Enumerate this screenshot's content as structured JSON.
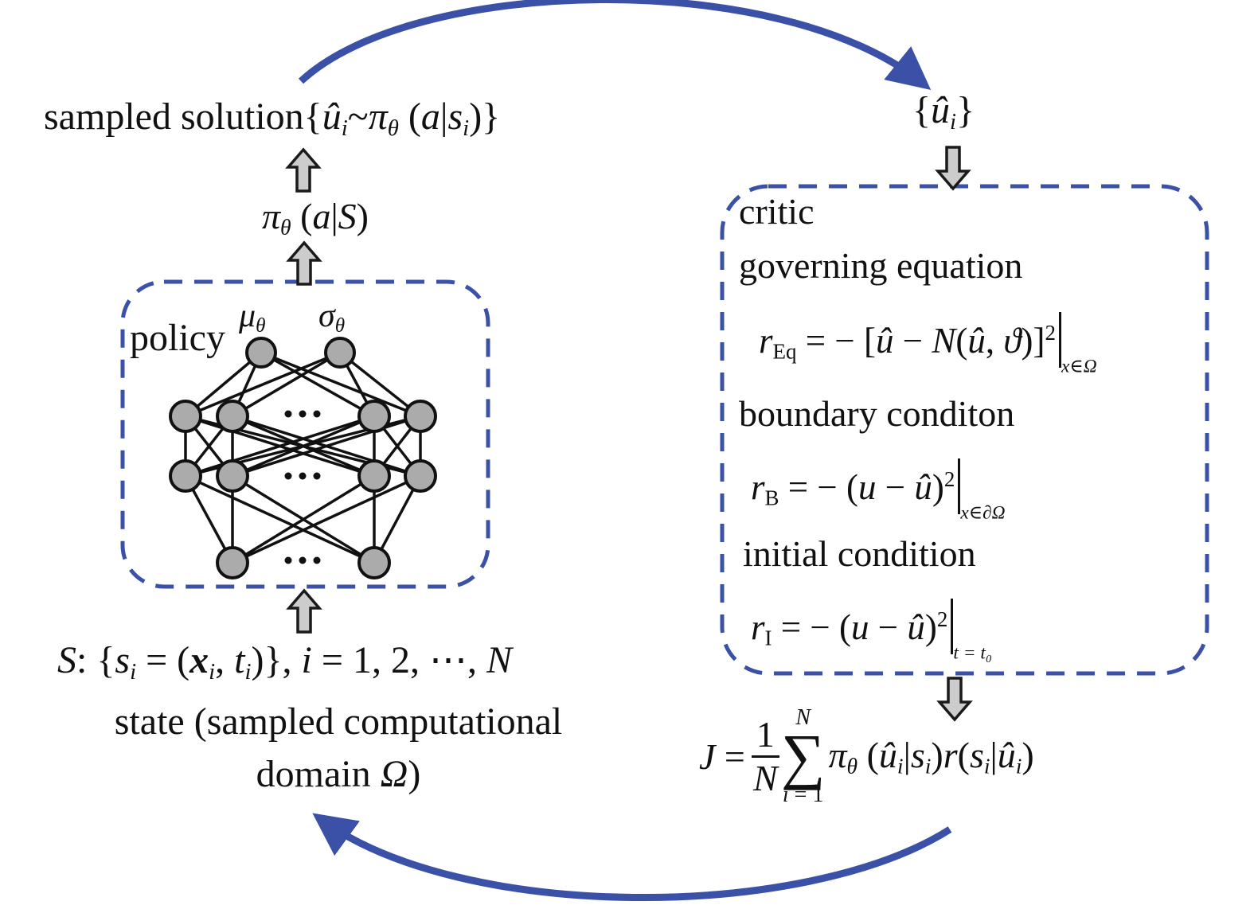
{
  "colors": {
    "accent_blue": "#3A51A7",
    "block_arrow_fill": "#CCCCCC",
    "block_arrow_stroke": "#1A1A1A",
    "node_fill": "#ABABAB",
    "text": "#111111"
  },
  "policy_side": {
    "sampled_solution": [
      {
        "v": "sampled solution",
        "s": "n"
      },
      {
        "v": "{",
        "s": "n"
      },
      {
        "v": "û",
        "s": "i"
      },
      {
        "v": "i",
        "s": "sub"
      },
      {
        "v": "~",
        "s": "n"
      },
      {
        "v": "π",
        "s": "i"
      },
      {
        "v": "θ",
        "s": "sub"
      },
      {
        "v": " (",
        "s": "n"
      },
      {
        "v": "a",
        "s": "i"
      },
      {
        "v": "|",
        "s": "n"
      },
      {
        "v": "s",
        "s": "i"
      },
      {
        "v": "i",
        "s": "sub"
      },
      {
        "v": ")}",
        "s": "n"
      }
    ],
    "pi_dist": [
      {
        "v": "π",
        "s": "i"
      },
      {
        "v": "θ",
        "s": "sub"
      },
      {
        "v": " (",
        "s": "n"
      },
      {
        "v": "a",
        "s": "i"
      },
      {
        "v": "|",
        "s": "n"
      },
      {
        "v": "S",
        "s": "i"
      },
      {
        "v": ")",
        "s": "n"
      }
    ],
    "policy_label": "policy",
    "mu_label": [
      {
        "v": "μ",
        "s": "i"
      },
      {
        "v": "θ",
        "s": "sub"
      }
    ],
    "sigma_label": [
      {
        "v": "σ",
        "s": "i"
      },
      {
        "v": "θ",
        "s": "sub"
      }
    ],
    "state_line1": [
      {
        "v": "S",
        "s": "i"
      },
      {
        "v": ": {",
        "s": "n"
      },
      {
        "v": "s",
        "s": "i"
      },
      {
        "v": "i",
        "s": "sub"
      },
      {
        "v": " = (",
        "s": "n"
      },
      {
        "v": "x",
        "s": "bi"
      },
      {
        "v": "i",
        "s": "sub"
      },
      {
        "v": ", ",
        "s": "n"
      },
      {
        "v": "t",
        "s": "i"
      },
      {
        "v": "i",
        "s": "sub"
      },
      {
        "v": ")}, ",
        "s": "n"
      },
      {
        "v": "i",
        "s": "i"
      },
      {
        "v": " = 1, 2, ⋯, ",
        "s": "n"
      },
      {
        "v": "N",
        "s": "i"
      }
    ],
    "state_line2": "state (sampled computational",
    "state_line3": [
      {
        "v": "domain ",
        "s": "n"
      },
      {
        "v": "Ω",
        "s": "i"
      },
      {
        "v": ")",
        "s": "n"
      }
    ]
  },
  "critic_side": {
    "u_set": [
      {
        "v": "{",
        "s": "n"
      },
      {
        "v": "û",
        "s": "i"
      },
      {
        "v": "i",
        "s": "sub"
      },
      {
        "v": "}",
        "s": "n"
      }
    ],
    "critic_label": "critic",
    "governing_label": "governing equation",
    "r_eq": [
      {
        "v": "r",
        "s": "i"
      },
      {
        "v": "Eq",
        "s": "subn"
      },
      {
        "v": " = − [",
        "s": "n"
      },
      {
        "v": "û",
        "s": "i"
      },
      {
        "v": " − ",
        "s": "n"
      },
      {
        "v": "N",
        "s": "i"
      },
      {
        "v": "(",
        "s": "n"
      },
      {
        "v": "û",
        "s": "i"
      },
      {
        "v": ", ",
        "s": "n"
      },
      {
        "v": "ϑ",
        "s": "i"
      },
      {
        "v": ")]",
        "s": "n"
      },
      {
        "v": "2",
        "s": "sup"
      },
      {
        "v": "",
        "s": "bar"
      },
      {
        "v": "x∈Ω",
        "s": "low"
      }
    ],
    "boundary_label": "boundary conditon",
    "r_b": [
      {
        "v": "r",
        "s": "i"
      },
      {
        "v": "B",
        "s": "subn"
      },
      {
        "v": " = − (",
        "s": "n"
      },
      {
        "v": "u",
        "s": "i"
      },
      {
        "v": " − ",
        "s": "n"
      },
      {
        "v": "û",
        "s": "i"
      },
      {
        "v": ")",
        "s": "n"
      },
      {
        "v": "2",
        "s": "sup"
      },
      {
        "v": "",
        "s": "bar"
      },
      {
        "v": "x∈∂Ω",
        "s": "low"
      }
    ],
    "initial_label": "initial condition",
    "r_i": [
      {
        "v": "r",
        "s": "i"
      },
      {
        "v": "I",
        "s": "subn"
      },
      {
        "v": " = − (",
        "s": "n"
      },
      {
        "v": "u",
        "s": "i"
      },
      {
        "v": " − ",
        "s": "n"
      },
      {
        "v": "û",
        "s": "i"
      },
      {
        "v": ")",
        "s": "n"
      },
      {
        "v": "2",
        "s": "sup"
      },
      {
        "v": "",
        "s": "bar"
      },
      {
        "v": "t = t₀",
        "s": "low"
      }
    ],
    "objective": {
      "lhs": [
        {
          "v": "J",
          "s": "i"
        },
        {
          "v": " = ",
          "s": "n"
        }
      ],
      "frac_num": "1",
      "frac_den": "N",
      "sum_top": [
        {
          "v": "N",
          "s": "i"
        }
      ],
      "sum_symbol": "∑",
      "sum_bottom": [
        {
          "v": "i",
          "s": "i"
        },
        {
          "v": " = 1",
          "s": "n"
        }
      ],
      "rhs": [
        {
          "v": "π",
          "s": "i"
        },
        {
          "v": "θ",
          "s": "sub"
        },
        {
          "v": " (",
          "s": "n"
        },
        {
          "v": "û",
          "s": "i"
        },
        {
          "v": "i",
          "s": "sub"
        },
        {
          "v": "|",
          "s": "n"
        },
        {
          "v": "s",
          "s": "i"
        },
        {
          "v": "i",
          "s": "sub"
        },
        {
          "v": ")",
          "s": "n"
        },
        {
          "v": "r",
          "s": "i"
        },
        {
          "v": "(",
          "s": "n"
        },
        {
          "v": "s",
          "s": "i"
        },
        {
          "v": "i",
          "s": "sub"
        },
        {
          "v": "|",
          "s": "n"
        },
        {
          "v": "û",
          "s": "i"
        },
        {
          "v": "i",
          "s": "sub"
        },
        {
          "v": ")",
          "s": "n"
        }
      ]
    }
  }
}
